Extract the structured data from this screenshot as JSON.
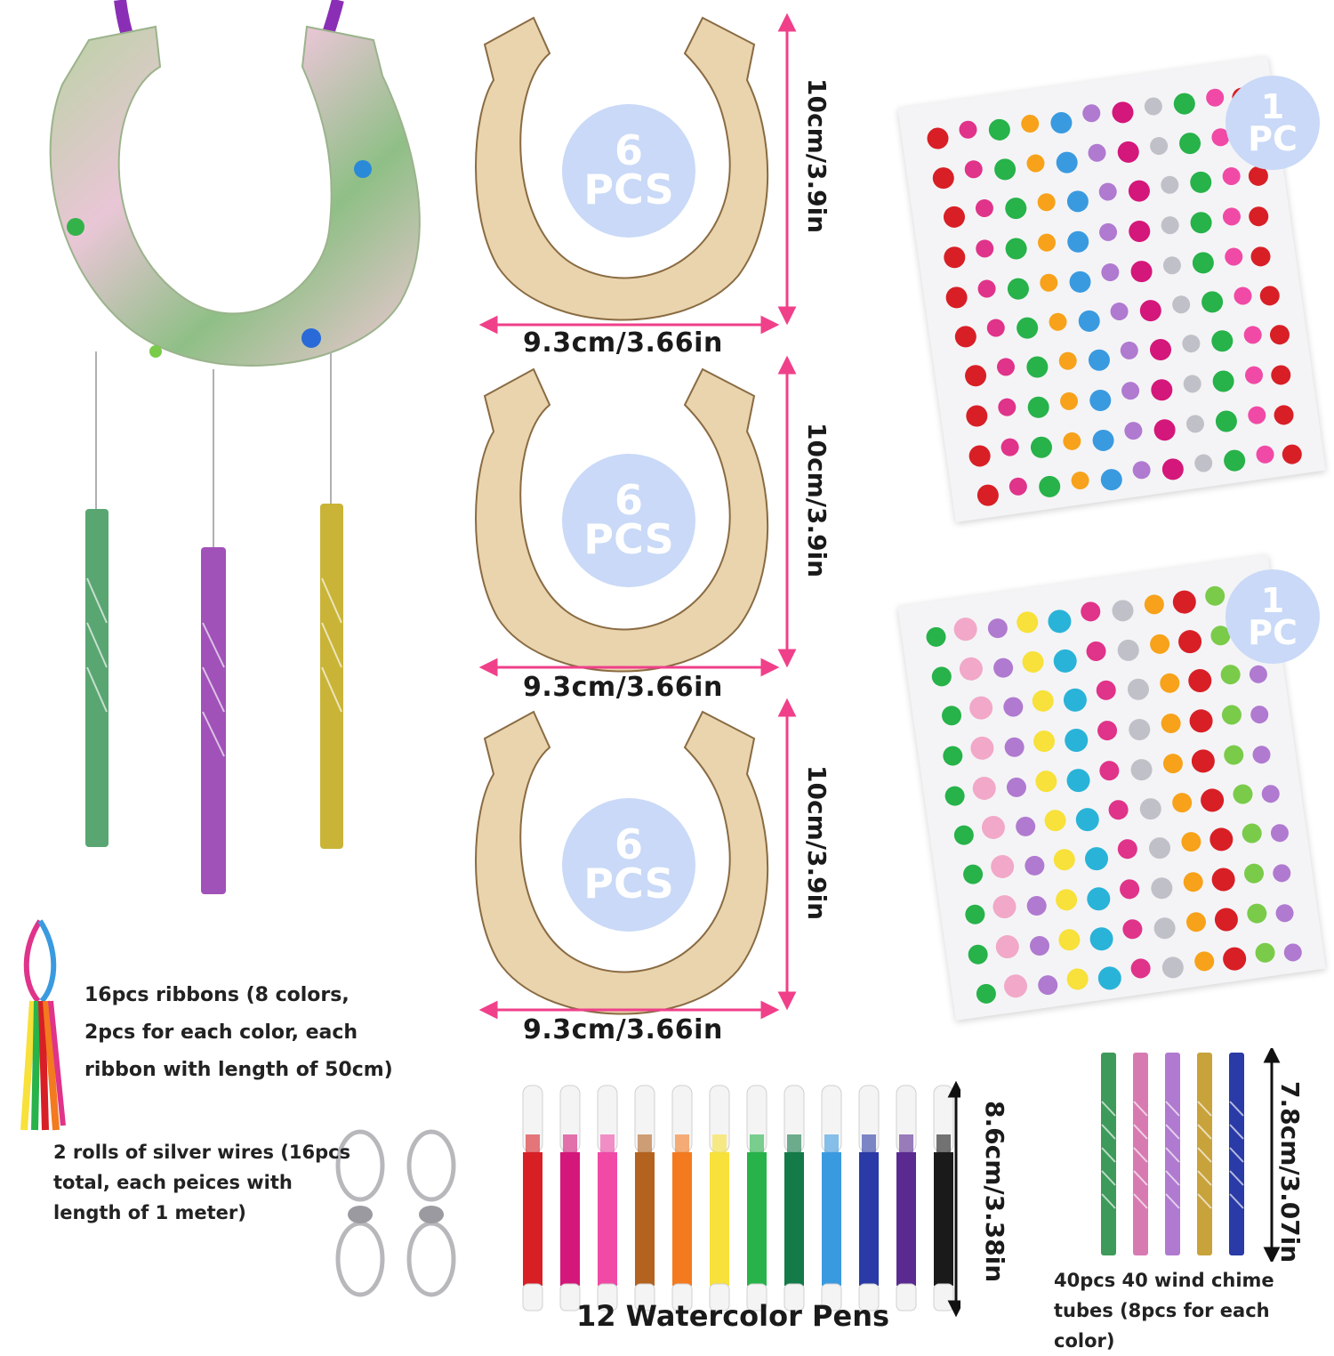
{
  "horseshoe_dimensions": {
    "height": "10cm/3.9in",
    "width": "9.3cm/3.66in",
    "badge_count": "6",
    "badge_unit": "PCS"
  },
  "gem_sheets": {
    "badge_count": "1",
    "badge_unit": "PC"
  },
  "ribbons_label": [
    "16pcs ribbons (8 colors,",
    "2pcs for each color, each",
    "ribbon with length of 50cm)"
  ],
  "wires_label": [
    "2 rolls of silver wires (16pcs",
    "total, each peices with",
    "length of 1 meter)"
  ],
  "pens": {
    "title": "12 Watercolor Pens",
    "height": "8.6cm/3.38in",
    "colors": [
      "#d81f26",
      "#d4177a",
      "#f04aa6",
      "#b3621f",
      "#f37a1f",
      "#f7e13a",
      "#27b24a",
      "#137a48",
      "#3a9ae0",
      "#2a3aa6",
      "#5a2a91",
      "#1a1a1a"
    ]
  },
  "tubes": {
    "label": [
      "40pcs 40 wind chime",
      "tubes (8pcs for each color)"
    ],
    "height": "7.8cm/3.07in",
    "colors": [
      "#3d9a5a",
      "#d87ab2",
      "#b07ad0",
      "#c8a23a",
      "#2a3aa6"
    ]
  },
  "chime_colors": [
    "#5aa672",
    "#a052b8",
    "#c9b437"
  ]
}
